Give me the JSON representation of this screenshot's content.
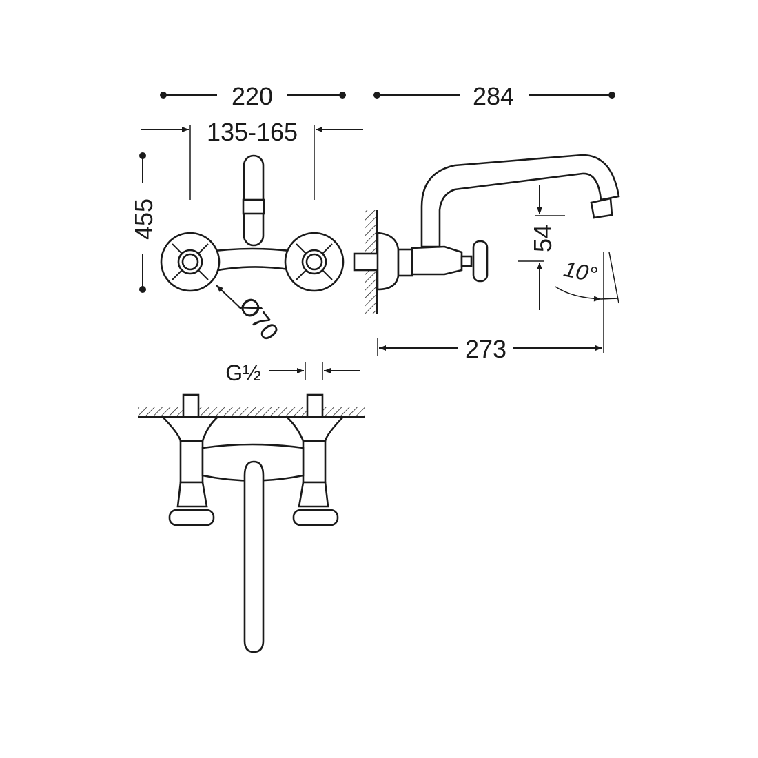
{
  "drawing": {
    "dimensions": {
      "overall_width": "220",
      "projection": "284",
      "inlet_centers": "135-165",
      "height": "455",
      "handle_diameter": "Ø70",
      "spout_height": "54",
      "swivel_angle": "10°",
      "spout_reach": "273",
      "connection_thread": "G½"
    },
    "line_color": "#1a1a1a",
    "background": "#ffffff",
    "views": [
      "front-view",
      "side-view",
      "top-view"
    ]
  }
}
